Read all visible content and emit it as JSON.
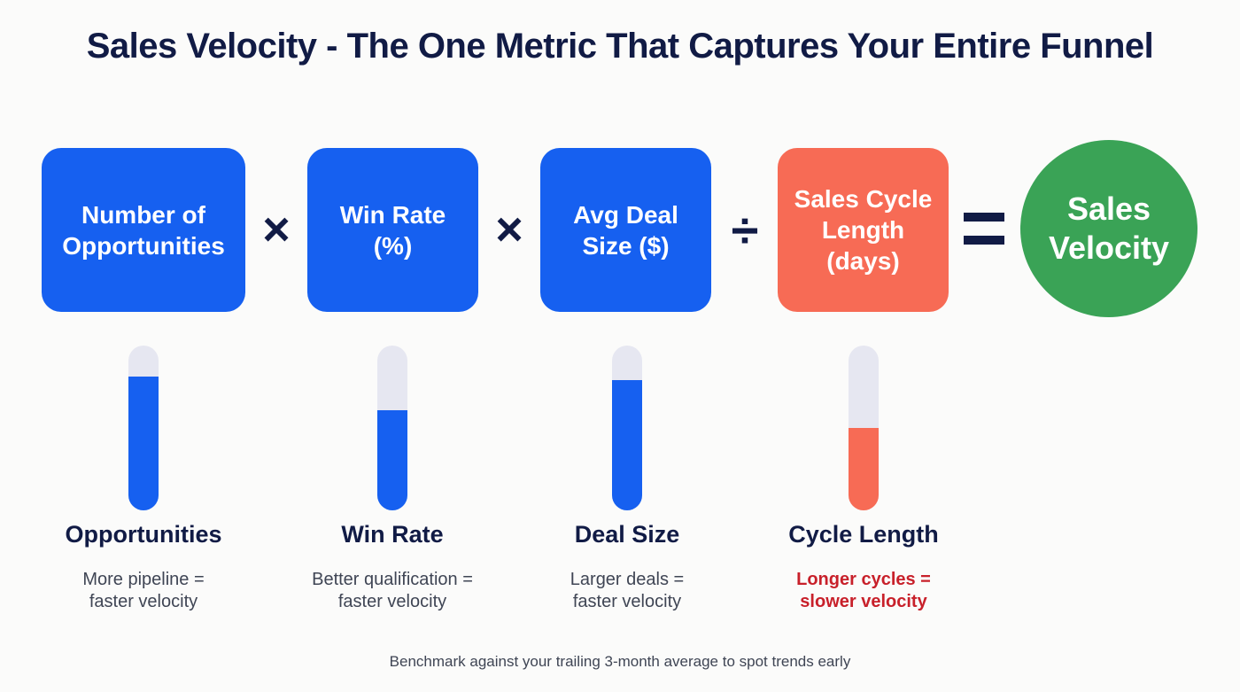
{
  "title": "Sales Velocity - The One Metric That Captures Your Entire Funnel",
  "colors": {
    "title": "#111b45",
    "blue": "#1660f0",
    "red": "#f76b55",
    "green": "#3aa356",
    "track": "#e6e7f1",
    "negative_text": "#c8202a"
  },
  "formula": {
    "terms": [
      {
        "lines": [
          "Number of",
          "Opportunities"
        ],
        "color": "blue"
      },
      {
        "lines": [
          "Win Rate",
          "(%)"
        ],
        "color": "blue"
      },
      {
        "lines": [
          "Avg Deal",
          "Size ($)"
        ],
        "color": "blue"
      },
      {
        "lines": [
          "Sales Cycle",
          "Length",
          "(days)"
        ],
        "color": "red"
      }
    ],
    "operators": [
      "×",
      "×",
      "÷",
      "="
    ],
    "result": {
      "lines": [
        "Sales",
        "Velocity"
      ],
      "color": "green"
    }
  },
  "chart_data": {
    "type": "bar",
    "title": "",
    "categories": [
      "Opportunities",
      "Win Rate",
      "Deal Size",
      "Cycle Length"
    ],
    "values": [
      81,
      61,
      79,
      50
    ],
    "unit": "% fill (illustrative)",
    "ylim": [
      0,
      100
    ],
    "colors": [
      "#1660f0",
      "#1660f0",
      "#1660f0",
      "#f76b55"
    ]
  },
  "metrics": [
    {
      "label": "Opportunities",
      "desc": [
        "More pipeline =",
        "faster velocity"
      ],
      "fill": 81,
      "negative": false
    },
    {
      "label": "Win Rate",
      "desc": [
        "Better qualification =",
        "faster velocity"
      ],
      "fill": 61,
      "negative": false
    },
    {
      "label": "Deal Size",
      "desc": [
        "Larger deals =",
        "faster velocity"
      ],
      "fill": 79,
      "negative": false
    },
    {
      "label": "Cycle Length",
      "desc": [
        "Longer cycles =",
        "slower velocity"
      ],
      "fill": 50,
      "negative": true
    }
  ],
  "footer": "Benchmark against your trailing 3-month average to spot trends early"
}
